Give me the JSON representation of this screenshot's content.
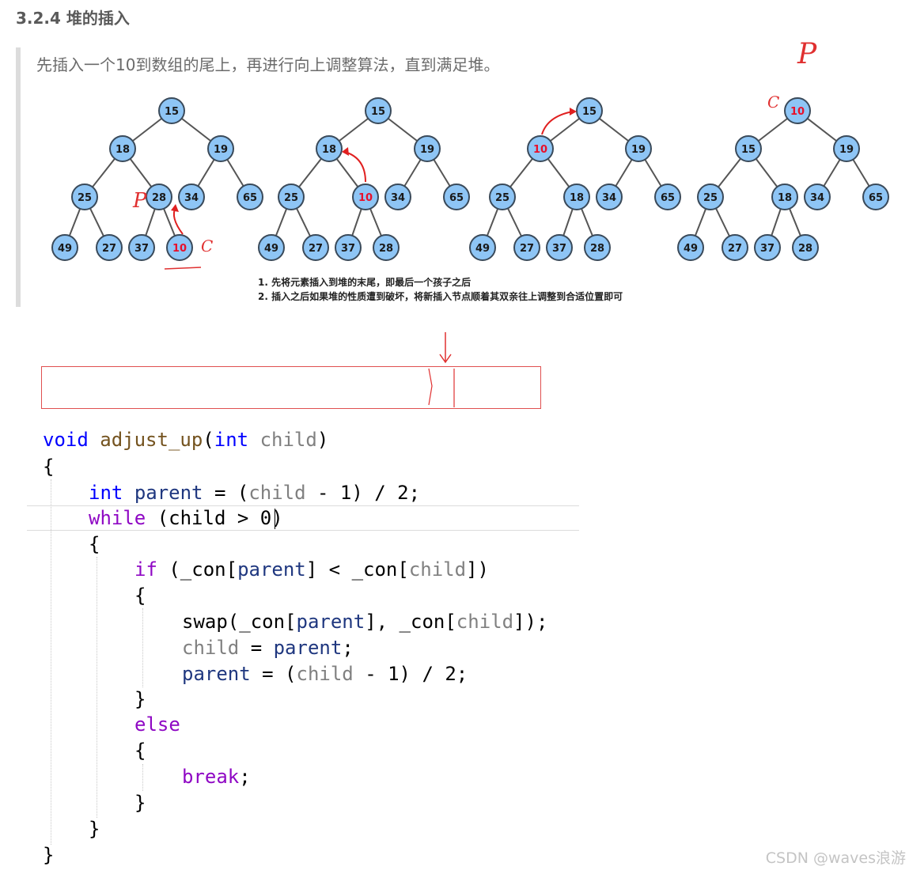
{
  "heading": "3.2.4 堆的插入",
  "quote": "先插入一个10到数组的尾上，再进行向上调整算法，直到满足堆。",
  "diagram": {
    "trees": [
      {
        "nodes": [
          "15",
          "18",
          "19",
          "25",
          "28",
          "34",
          "65",
          "49",
          "27",
          "37",
          "10"
        ],
        "red_node": "10"
      },
      {
        "nodes": [
          "15",
          "18",
          "19",
          "25",
          "10",
          "34",
          "65",
          "49",
          "27",
          "37",
          "28"
        ],
        "red_node": "10"
      },
      {
        "nodes": [
          "15",
          "10",
          "19",
          "25",
          "18",
          "34",
          "65",
          "49",
          "27",
          "37",
          "28"
        ],
        "red_node": "10"
      },
      {
        "nodes": [
          "10",
          "15",
          "19",
          "25",
          "18",
          "34",
          "65",
          "49",
          "27",
          "37",
          "28"
        ],
        "red_node": "10"
      }
    ],
    "notes": [
      "1. 先将元素插入到堆的末尾，即最后一个孩子之后",
      "2. 插入之后如果堆的性质遭到破坏，将新插入节点顺着其双亲往上调整到合适位置即可"
    ],
    "handwritten": [
      "P",
      "C",
      "P",
      "C"
    ]
  },
  "code": {
    "l1": {
      "kw1": "void",
      "fn": "adjust_up",
      "kw2": "int",
      "param": "child"
    },
    "l2": "{",
    "l3": {
      "kw": "int",
      "var": "parent",
      "param": "child"
    },
    "l4": {
      "ctl": "while",
      "rest1": " (child > ",
      "rest2": "0",
      "rest3": ")"
    },
    "l5": "{",
    "l6": {
      "ctl": "if",
      "a": " (_con[",
      "v1": "parent",
      "b": "] < _con[",
      "p": "child",
      "c": "])"
    },
    "l7": "{",
    "l8": {
      "a": "swap(_con[",
      "v1": "parent",
      "b": "], _con[",
      "p": "child",
      "c": "]);"
    },
    "l9": {
      "p": "child",
      "a": " = ",
      "v": "parent",
      "b": ";"
    },
    "l10": {
      "v": "parent",
      "a": " = (",
      "p": "child",
      "b": " - 1) / 2;"
    },
    "l11": "}",
    "l12": "else",
    "l13": "{",
    "l14": {
      "ctl": "break",
      "a": ";"
    },
    "l15": "}",
    "l16": "}",
    "l17": "}"
  },
  "watermark": "CSDN @waves浪游"
}
